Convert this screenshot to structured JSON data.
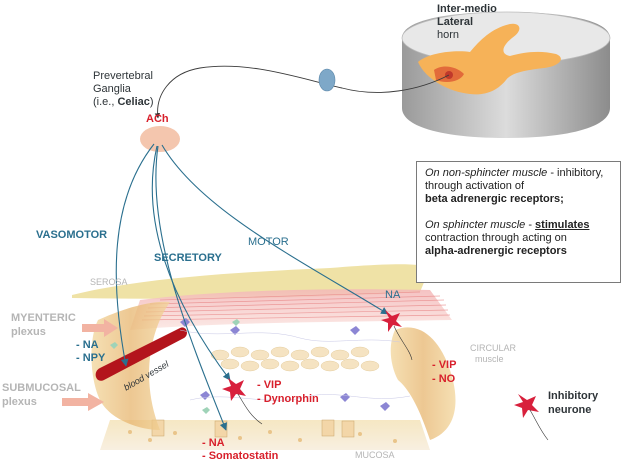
{
  "horn": {
    "line1": "Inter-medio",
    "line2": "Lateral",
    "line3": "horn"
  },
  "ganglia": {
    "line1": "Prevertebral",
    "line2": "Ganglia",
    "line3_pre": "(i.e., ",
    "line3_bold": "Celiac",
    "line3_post": ")",
    "transmitter": "ACh"
  },
  "pathways": {
    "vasomotor": "VASOMOTOR",
    "secretory": "SECRETORY",
    "motor": "MOTOR"
  },
  "layers": {
    "serosa": "SEROSA",
    "circular_1": "CIRCULAR",
    "circular_2": "muscle",
    "mucosa": "MUCOSA"
  },
  "plexus": {
    "myenteric_1": "MYENTERIC",
    "myenteric_2": "plexus",
    "submucosal_1": "SUBMUCOSAL",
    "submucosal_2": "plexus",
    "blood_vessel": "blood vessel"
  },
  "transmitters": {
    "myenteric_na": "- NA",
    "myenteric_npy": "- NPY",
    "na_circular": "NA",
    "vip": "- VIP",
    "dynorphin": "- Dynorphin",
    "vip_right": "- VIP",
    "no_right": "- NO",
    "na_mucosa": "- NA",
    "somatostatin": "- Somatostatin"
  },
  "legend": {
    "inhibitory_1": "Inhibitory",
    "inhibitory_2": "neurone"
  },
  "info": {
    "p1_italic": "On non-sphincter muscle",
    "p1_rest": " - inhibitory, through activation of",
    "p1_bold": "beta adrenergic receptors;",
    "p2_italic": "On sphincter muscle",
    "p2_dash": " - ",
    "p2_underline": "stimulates",
    "p2_rest": "contraction through acting on",
    "p2_bold": "alpha-adrenergic receptors"
  },
  "colors": {
    "nerve": "#2a6f8e",
    "label_blue": "#2a6f8e",
    "label_red": "#d8202c",
    "neurone": "#d8203c",
    "ganglion": "#f4c6ae",
    "serosa": "#efe2a6",
    "vessel": "#b3141c"
  }
}
